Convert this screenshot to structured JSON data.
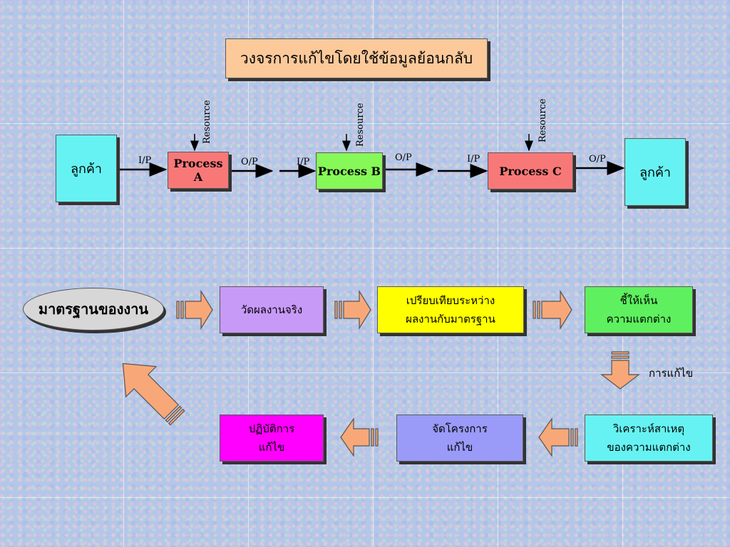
{
  "title": "วงจรการแก้ไขโดยใช้ข้อมูลย้อนกลับ",
  "top_flow": {
    "customer_left": "ลูกค้า",
    "customer_right": "ลูกค้า",
    "processes": [
      "Process A",
      "Process B",
      "Process C"
    ],
    "process_colors": [
      "#f87878",
      "#86f858",
      "#f87878"
    ],
    "resource_label": "Resource",
    "ip_label": "I/P",
    "op_label": "O/P"
  },
  "bottom_flow": {
    "standard": "มาตรฐานของงาน",
    "measure": "วัดผลงานจริง",
    "compare_line1": "เปรียบเทียบระหว่าง",
    "compare_line2": "ผลงานกับมาตรฐาน",
    "show_line1": "ชี้ให้เห็น",
    "show_line2": "ความแตกต่าง",
    "fix_label": "การแก้ไข",
    "analyze_line1": "วิเคราะห์สาเหตุ",
    "analyze_line2": "ของความแตกต่าง",
    "plan_line1": "จัดโครงการ",
    "plan_line2": "แก้ไข",
    "act_line1": "ปฏิบัติการ",
    "act_line2": "แก้ไข",
    "colors": {
      "measure": "#c89af8",
      "compare": "#ffff00",
      "show": "#5ef05e",
      "analyze": "#66f2f2",
      "plan": "#9a9af8",
      "act": "#ff00ff",
      "arrow": "#f8a878"
    }
  }
}
